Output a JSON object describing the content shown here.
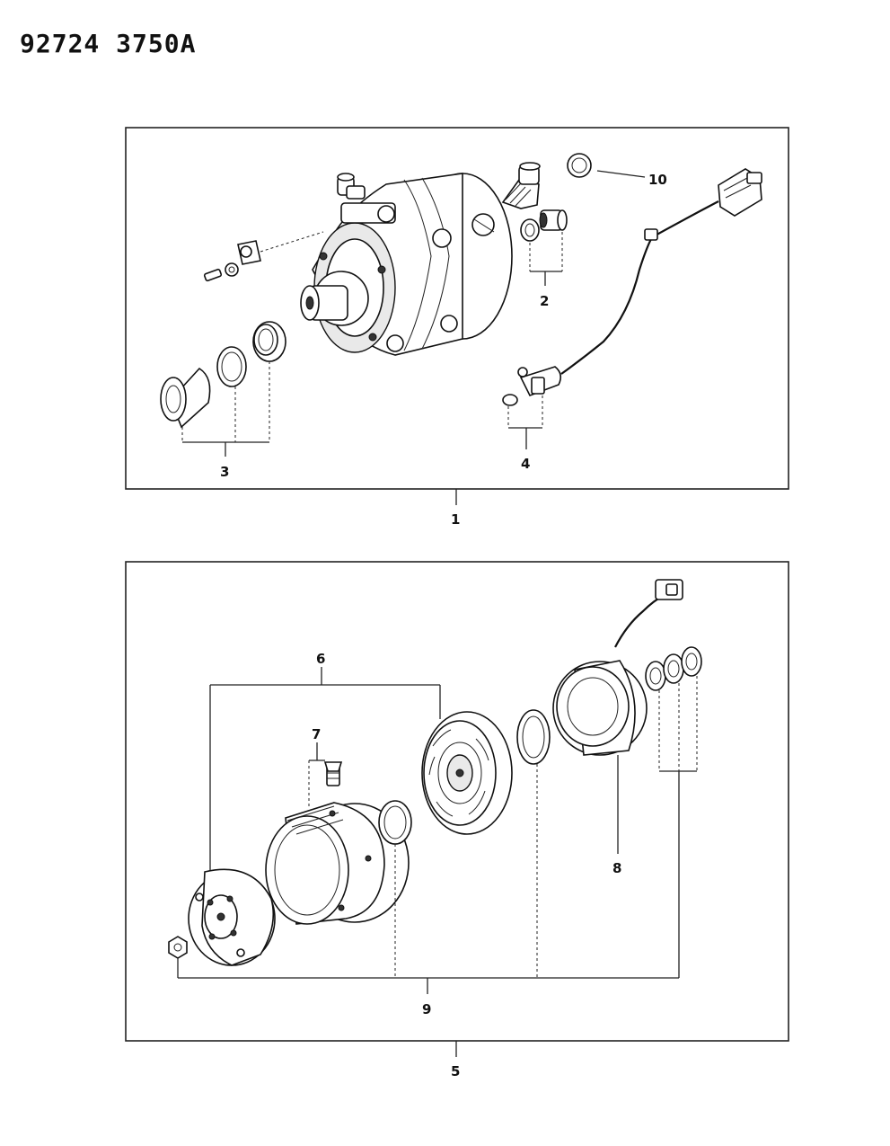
{
  "header": {
    "reference_code": "92724  3750A"
  },
  "callouts": {
    "c1": "1",
    "c2": "2",
    "c3": "3",
    "c4": "4",
    "c5": "5",
    "c6": "6",
    "c7": "7",
    "c8": "8",
    "c9": "9",
    "c10": "10"
  }
}
